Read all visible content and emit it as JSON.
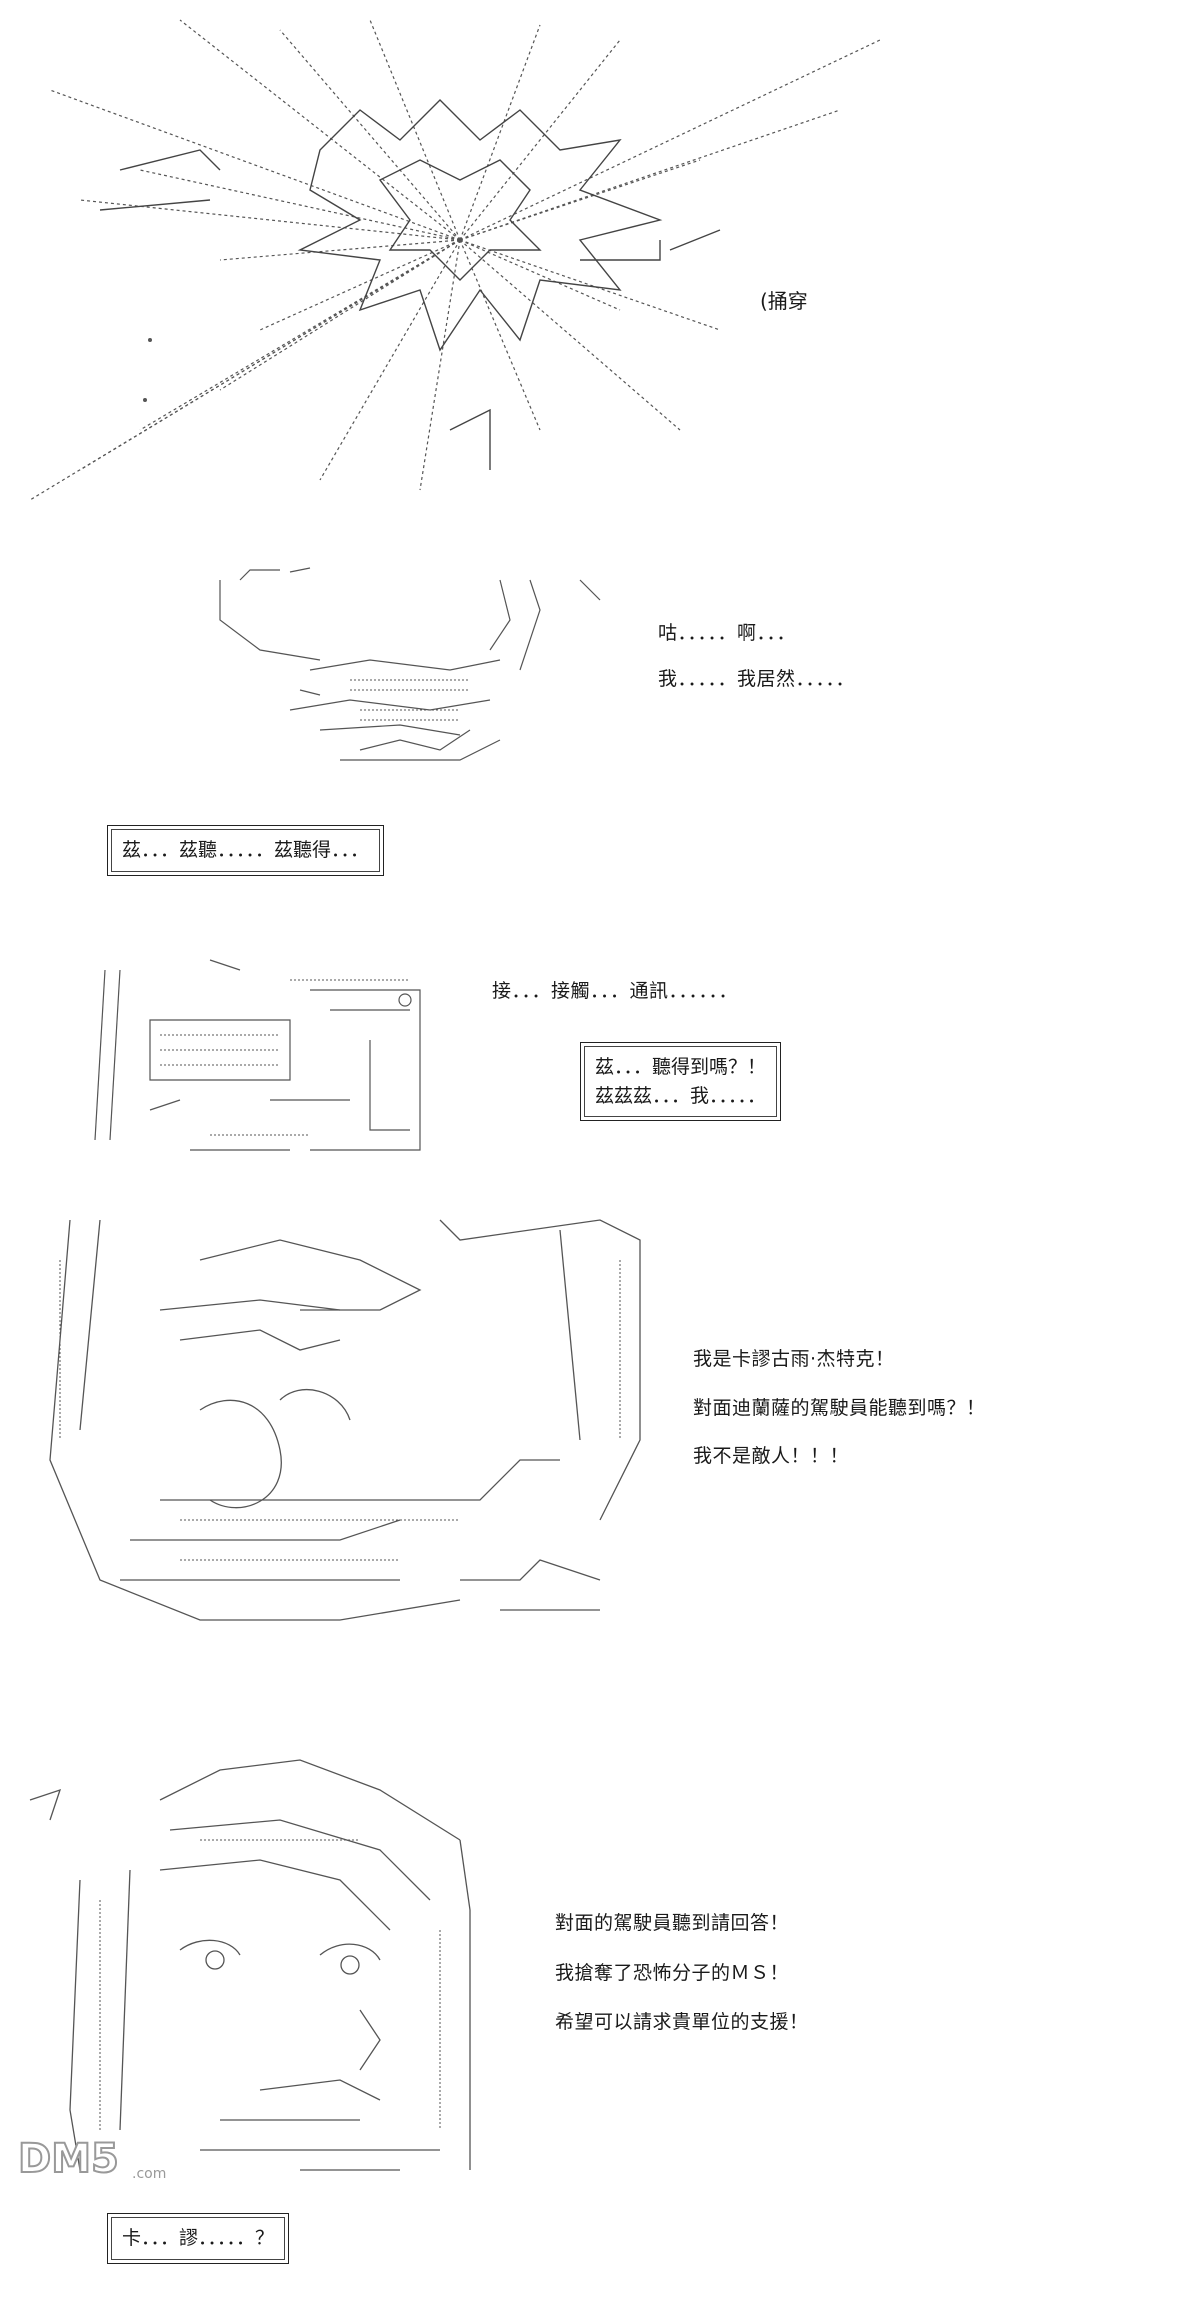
{
  "panels": [
    {
      "id": "explosion",
      "sfx": "(捅穿",
      "lines": []
    },
    {
      "id": "cockpit-damaged",
      "lines": [
        "咕．．．．．啊．．．",
        "我．．．．．我居然．．．．．"
      ],
      "box": [
        "茲．．．茲聽．．．．．茲聽得．．．"
      ]
    },
    {
      "id": "radio",
      "lines": [
        "接．．．接觸．．．通訊．．．．．．"
      ],
      "box": [
        "茲．．．聽得到嗎？！",
        "茲茲茲．．．我．．．．．"
      ]
    },
    {
      "id": "pilot-helmet",
      "lines": [
        "我是卡謬古雨·杰特克！",
        "對面迪蘭薩的駕駛員能聽到嗎？！",
        "我不是敵人！！！"
      ]
    },
    {
      "id": "pilot-reply",
      "lines": [
        "對面的駕駛員聽到請回答！",
        "我搶奪了恐怖分子的ＭＳ！",
        "希望可以請求貴單位的支援！"
      ],
      "box": [
        "卡．．．謬．．．．．？"
      ]
    }
  ],
  "watermark": {
    "text": "DM5",
    "suffix": ".com"
  },
  "colors": {
    "ink": "#1a1a1a",
    "art": "#555555"
  }
}
